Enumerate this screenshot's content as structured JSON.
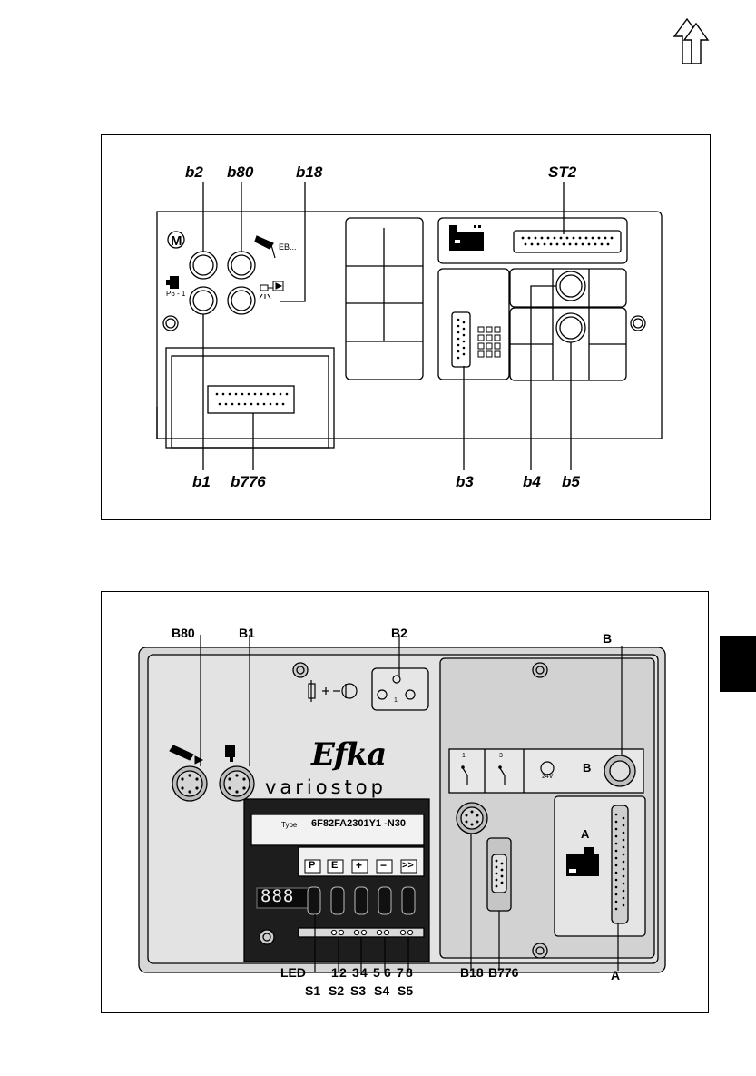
{
  "top_nav": {
    "icon": "double-up-arrow-icon"
  },
  "figure1": {
    "callouts_top": {
      "b2": "b2",
      "b80": "b80",
      "b18": "b18",
      "st2": "ST2"
    },
    "callouts_bottom": {
      "b1": "b1",
      "b776": "b776",
      "b3": "b3",
      "b4": "b4",
      "b5": "b5"
    },
    "panel_text": {
      "m": "M",
      "eb": "EB...",
      "p6": "P6 - 1"
    }
  },
  "figure2": {
    "callouts_top": {
      "b80": "B80",
      "b1": "B1",
      "b2": "B2",
      "b": "B"
    },
    "brand": "Efka",
    "product": "variostop",
    "type_prefix": "Type",
    "type_value": "6F82FA2301Y1 -N30",
    "keys": [
      "P",
      "E",
      "+",
      "−",
      ">>"
    ],
    "display": "888",
    "panel_b": "B",
    "panel_a": "A",
    "voltage": "24V",
    "switch_nums": [
      "1",
      "3"
    ],
    "b2_num": "1",
    "bottom_labels": {
      "led": "LED",
      "n1": "1",
      "n2": "2",
      "n3": "3",
      "n4": "4",
      "n5": "5",
      "n6": "6",
      "n7": "7",
      "n8": "8",
      "s1": "S1",
      "s2": "S2",
      "s3": "S3",
      "s4": "S4",
      "s5": "S5",
      "b18": "B18",
      "b776": "B776",
      "a": "A"
    }
  },
  "colors": {
    "ink": "#000000",
    "panel_gray": "#d7d7d7",
    "panel_dark": "#222222"
  }
}
